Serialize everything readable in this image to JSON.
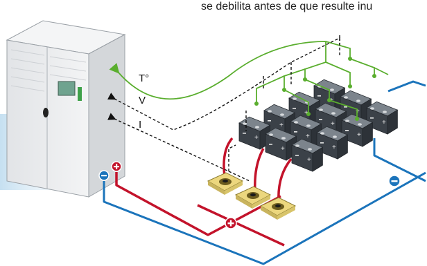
{
  "caption": "se debilita antes de que resulte inu",
  "signals": {
    "temperature": "T°",
    "voltage": "V",
    "current": "I"
  },
  "colors": {
    "positive": "#c3132b",
    "negative": "#1b74bb",
    "temperature_wire": "#5aae2e",
    "sense_wire": "#111111",
    "battery_body": "#3b4148",
    "sensor_plate": "#ecd77e",
    "cabinet": "#e9eaec"
  },
  "icons": {
    "positive_terminal": "plus-circle-icon",
    "negative_terminal": "minus-circle-icon"
  }
}
